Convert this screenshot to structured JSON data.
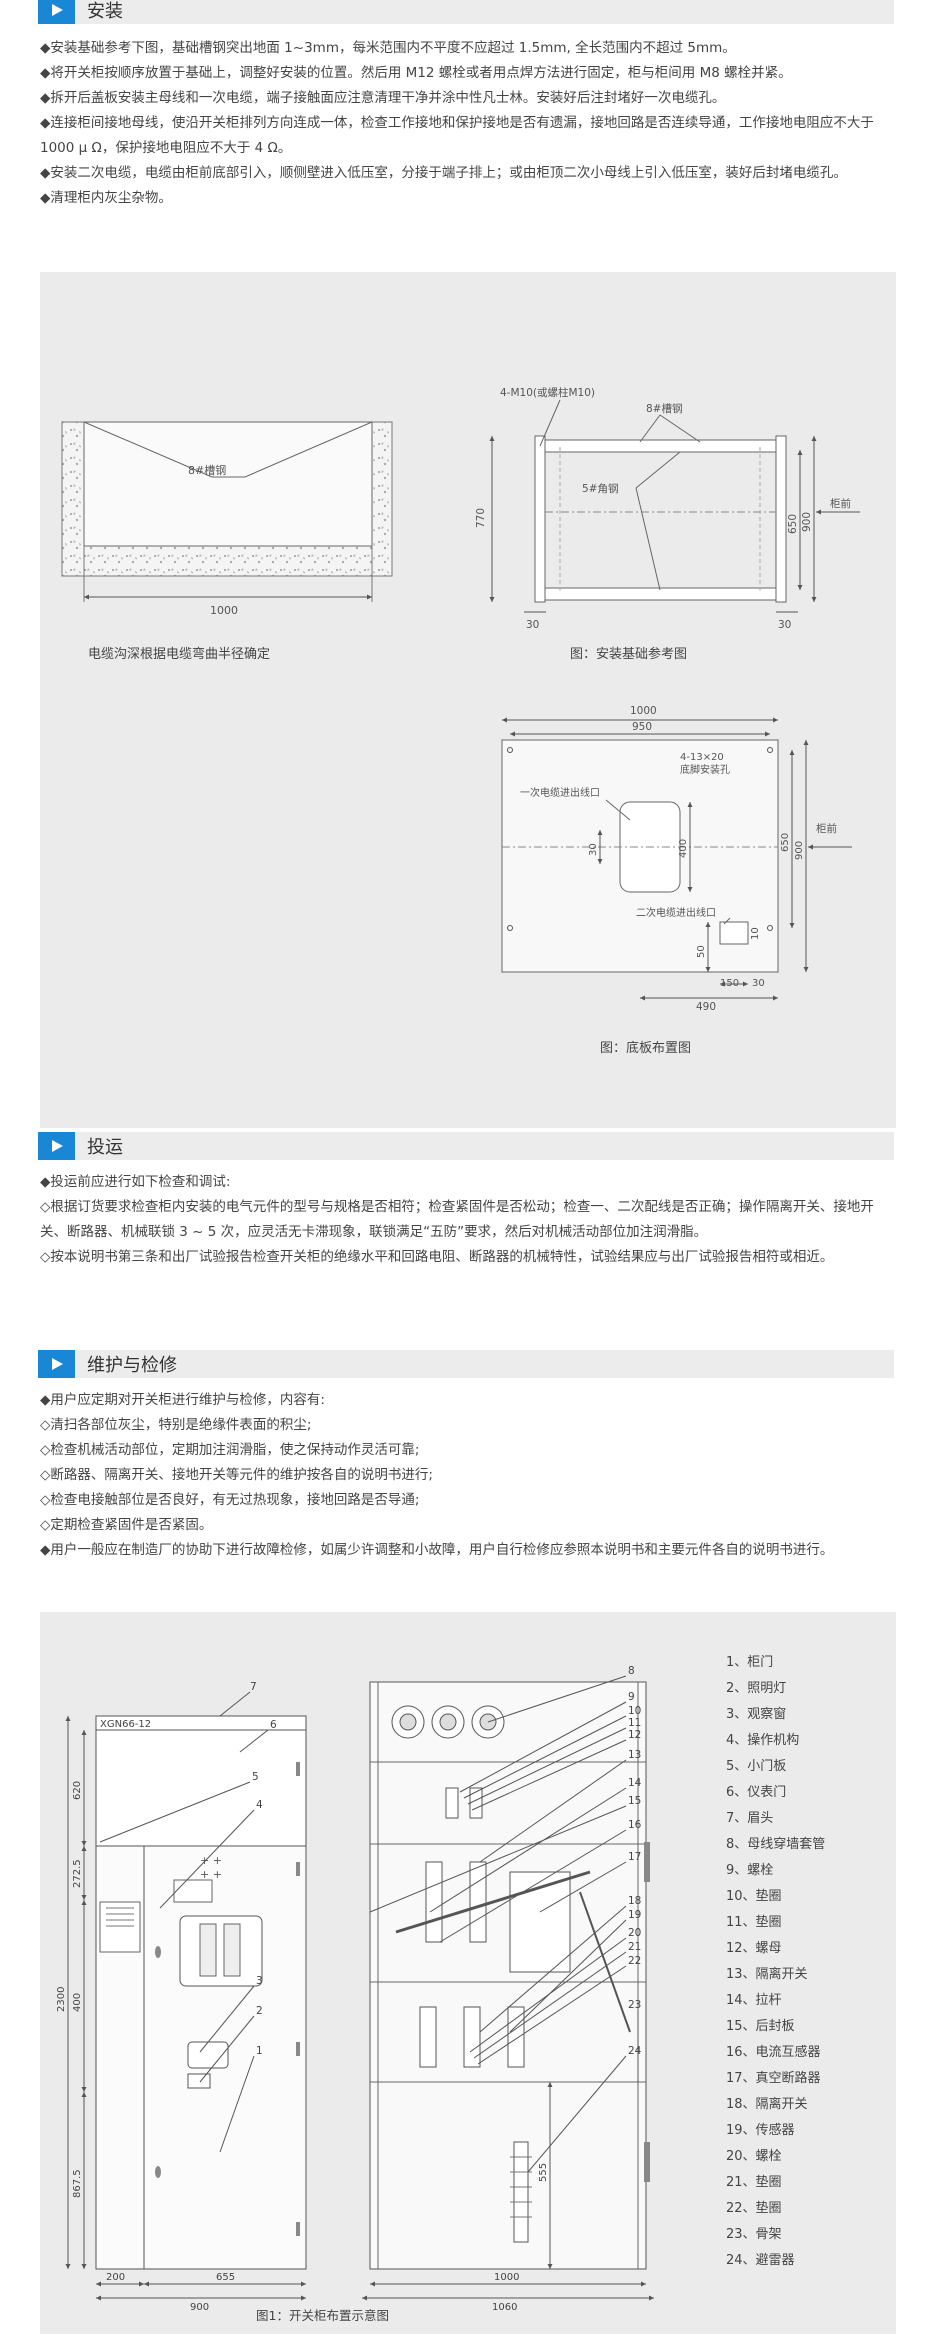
{
  "sections": {
    "install": {
      "title": "安装",
      "paras": [
        "◆安装基础参考下图，基础槽钢突出地面 1~3mm，每米范围内不平度不应超过 1.5mm, 全长范围内不超过 5mm。",
        "◆将开关柜按顺序放置于基础上，调整好安装的位置。然后用 M12 螺栓或者用点焊方法进行固定，柜与柜间用 M8 螺栓并紧。",
        "◆拆开后盖板安装主母线和一次电缆，端子接触面应注意清理干净并涂中性凡士林。安装好后注封堵好一次电缆孔。",
        "◆连接柜间接地母线，使沿开关柜排列方向连成一体，检查工作接地和保护接地是否有遗漏，接地回路是否连续导通，工作接地电阻应不大于 1000 μ Ω，保护接地电阻应不大于 4 Ω。",
        "◆安装二次电缆，电缆由柜前底部引入，顺侧壁进入低压室，分接于端子排上；或由柜顶二次小母线上引入低压室，装好后封堵电缆孔。",
        "◆清理柜内灰尘杂物。"
      ]
    },
    "commission": {
      "title": "投运",
      "paras": [
        "◆投运前应进行如下检查和调试:",
        "◇根据订货要求检查柜内安装的电气元件的型号与规格是否相符；检查紧固件是否松动；检查一、二次配线是否正确；操作隔离开关、接地开关、断路器、机械联锁 3 ~ 5 次，应灵活无卡滞现象，联锁满足“五防”要求，然后对机械活动部位加注润滑脂。",
        "◇按本说明书第三条和出厂试验报告检查开关柜的绝缘水平和回路电阻、断路器的机械特性，试验结果应与出厂试验报告相符或相近。"
      ]
    },
    "maintain": {
      "title": "维护与检修",
      "paras": [
        "◆用户应定期对开关柜进行维护与检修，内容有:",
        "◇清扫各部位灰尘，特别是绝缘件表面的积尘;",
        "◇检查机械活动部位，定期加注润滑脂，使之保持动作灵活可靠;",
        "◇断路器、隔离开关、接地开关等元件的维护按各自的说明书进行;",
        "◇检查电接触部位是否良好，有无过热现象，接地回路是否导通;",
        "◇定期检查紧固件是否紧固。",
        "◆用户一般应在制造厂的协助下进行故障检修，如属少许调整和小故障，用户自行检修应参照本说明书和主要元件各自的说明书进行。"
      ]
    }
  },
  "fig1": {
    "trench_text": "8#槽钢",
    "trench_dim": "1000",
    "trench_caption": "电缆沟深根据电缆弯曲半径确定",
    "base_bolt": "4-M10(或螺柱M10)",
    "base_channel": "8#槽钢",
    "base_angle": "5#角钢",
    "base_770": "770",
    "base_650": "650",
    "base_900": "900",
    "base_front": "柜前",
    "base_30a": "30",
    "base_30b": "30",
    "base_caption": "图：安装基础参考图",
    "plate_1000": "1000",
    "plate_950": "950",
    "plate_holes": "4-13×20",
    "plate_holes2": "底脚安装孔",
    "plate_cable1": "一次电缆进出线口",
    "plate_cable2": "二次电缆进出线口",
    "plate_30": "30",
    "plate_400": "400",
    "plate_650": "650",
    "plate_900": "900",
    "plate_front": "柜前",
    "plate_50": "50",
    "plate_10": "10",
    "plate_150": "150",
    "plate_30b": "30",
    "plate_490": "490",
    "plate_caption": "图：底板布置图"
  },
  "fig2": {
    "model": "XGN66-12",
    "dims": {
      "d620": "620",
      "d2725": "272.5",
      "d400": "400",
      "d8675": "867.5",
      "d2300": "2300",
      "d200": "200",
      "d655": "655",
      "d900": "900",
      "d1000": "1000",
      "d1060": "1060",
      "d555": "555"
    },
    "callouts_left": [
      "7",
      "6",
      "5",
      "4",
      "3",
      "2",
      "1"
    ],
    "callouts_right": [
      "8",
      "9",
      "10",
      "11",
      "12",
      "13",
      "14",
      "15",
      "16",
      "17",
      "18",
      "19",
      "20",
      "21",
      "22",
      "23",
      "24"
    ],
    "caption": "图1：开关柜布置示意图",
    "legend": [
      "1、柜门",
      "2、照明灯",
      "3、观察窗",
      "4、操作机构",
      "5、小门板",
      "6、仪表门",
      "7、眉头",
      "8、母线穿墙套管",
      "9、螺栓",
      "10、垫圈",
      "11、垫圈",
      "12、螺母",
      "13、隔离开关",
      "14、拉杆",
      "15、后封板",
      "16、电流互感器",
      "17、真空断路器",
      "18、隔离开关",
      "19、传感器",
      "20、螺栓",
      "21、垫圈",
      "22、垫圈",
      "23、骨架",
      "24、避雷器"
    ]
  },
  "colors": {
    "accent": "#1a87d6",
    "bar": "#ececec",
    "panel": "#ebebeb"
  }
}
